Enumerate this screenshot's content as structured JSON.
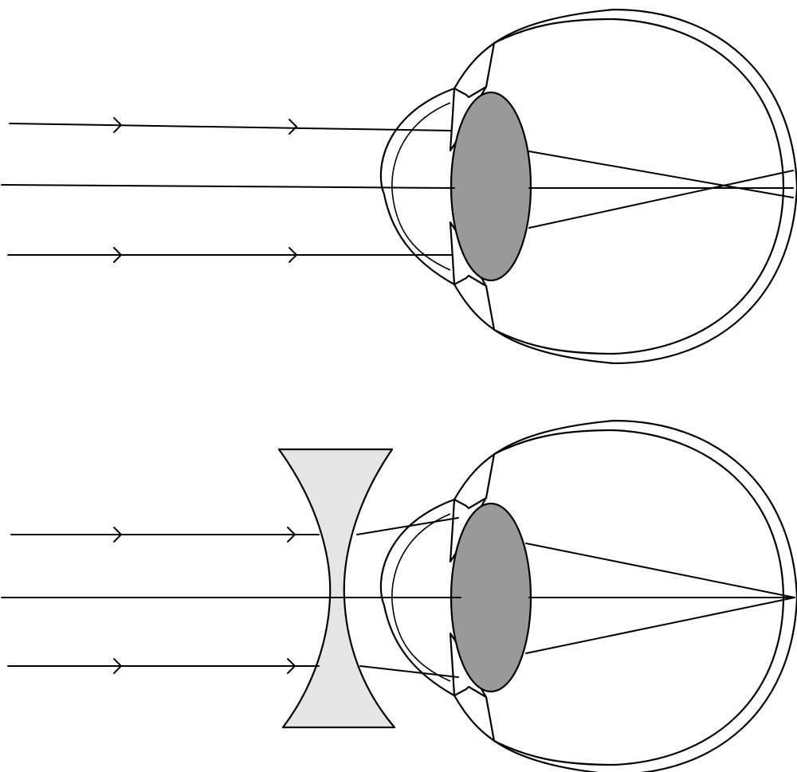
{
  "panels": [
    {
      "id": "uncorrected",
      "corrective_lens": false,
      "focus": "in-front-of-retina"
    },
    {
      "id": "corrected",
      "corrective_lens": true,
      "lens_type": "concave",
      "focus": "on-retina"
    }
  ],
  "colors": {
    "eye_lens_fill": "#999999",
    "corrective_lens_fill": "#e5e5e5",
    "line": "#000000",
    "background": "#ffffff"
  }
}
